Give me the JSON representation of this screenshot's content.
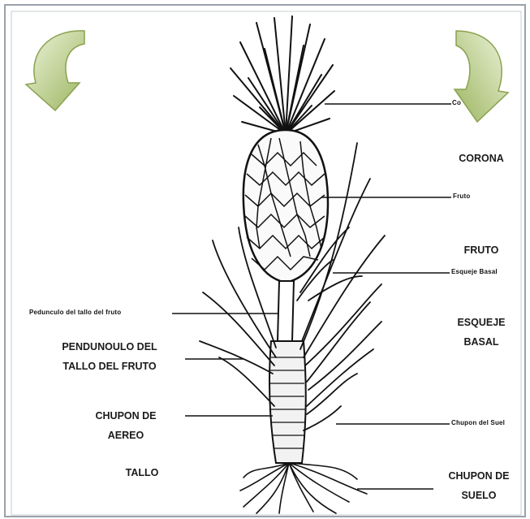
{
  "labels": {
    "corona": "CORONA",
    "fruto": "FRUTO",
    "esqueje_basal": [
      "ESQUEJE",
      "BASAL"
    ],
    "pedunculo": [
      "PENDUNOULO DEL",
      "TALLO DEL FRUTO"
    ],
    "chupon_aereo": [
      "CHUPON DE",
      "AEREO"
    ],
    "tallo": "TALLO",
    "chupon_suelo": [
      "CHUPON DE",
      "SUELO"
    ]
  },
  "original_labels": {
    "corona": "Co",
    "fruto": "Fruto",
    "esqueje_basal": "Esqueje Basal",
    "pedunculo": "Pedunculo del tallo del fruto",
    "chupon_suelo": "Chupon del Suel"
  },
  "colors": {
    "arrow_fill_light": "#e6efcf",
    "arrow_fill_dark": "#9bb55f",
    "arrow_stroke": "#8aa14f",
    "frame_border": "#9aa3aa"
  },
  "icons": [
    "curved-arrow-left-icon",
    "curved-arrow-right-icon"
  ]
}
